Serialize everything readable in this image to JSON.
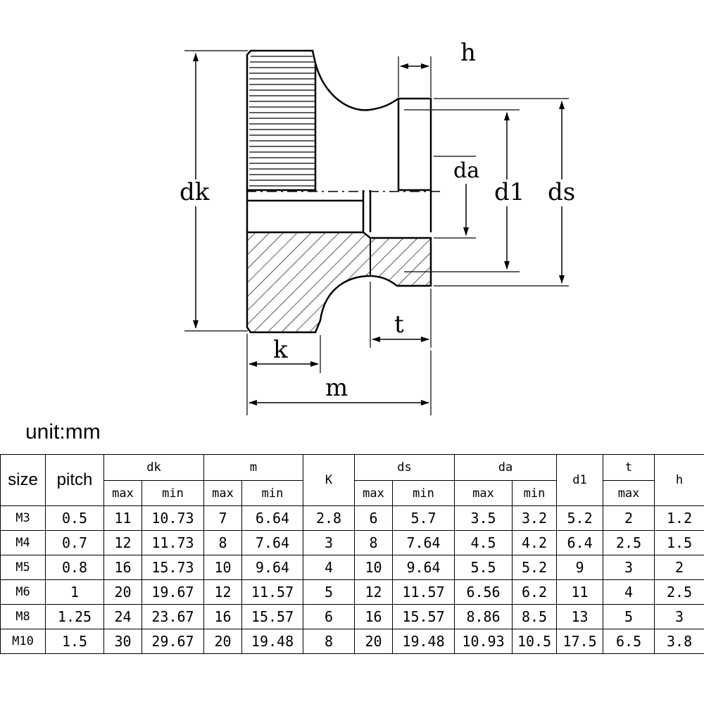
{
  "drawing": {
    "labels": {
      "h": "h",
      "da": "da",
      "d1": "d1",
      "ds": "ds",
      "dk": "dk",
      "t": "t",
      "k": "k",
      "m": "m"
    }
  },
  "unit_label": "unit:mm",
  "table": {
    "headers": {
      "size": "size",
      "pitch": "pitch",
      "dk": "dk",
      "m": "m",
      "K": "K",
      "ds": "ds",
      "da": "da",
      "d1": "d1",
      "t": "t",
      "h": "h",
      "max": "max",
      "min": "min"
    },
    "rows": [
      {
        "size": "M3",
        "pitch": "0.5",
        "dk_max": "11",
        "dk_min": "10.73",
        "m_max": "7",
        "m_min": "6.64",
        "K": "2.8",
        "ds_max": "6",
        "ds_min": "5.7",
        "da_max": "3.5",
        "da_min": "3.2",
        "d1": "5.2",
        "t_max": "2",
        "h": "1.2"
      },
      {
        "size": "M4",
        "pitch": "0.7",
        "dk_max": "12",
        "dk_min": "11.73",
        "m_max": "8",
        "m_min": "7.64",
        "K": "3",
        "ds_max": "8",
        "ds_min": "7.64",
        "da_max": "4.5",
        "da_min": "4.2",
        "d1": "6.4",
        "t_max": "2.5",
        "h": "1.5"
      },
      {
        "size": "M5",
        "pitch": "0.8",
        "dk_max": "16",
        "dk_min": "15.73",
        "m_max": "10",
        "m_min": "9.64",
        "K": "4",
        "ds_max": "10",
        "ds_min": "9.64",
        "da_max": "5.5",
        "da_min": "5.2",
        "d1": "9",
        "t_max": "3",
        "h": "2"
      },
      {
        "size": "M6",
        "pitch": "1",
        "dk_max": "20",
        "dk_min": "19.67",
        "m_max": "12",
        "m_min": "11.57",
        "K": "5",
        "ds_max": "12",
        "ds_min": "11.57",
        "da_max": "6.56",
        "da_min": "6.2",
        "d1": "11",
        "t_max": "4",
        "h": "2.5"
      },
      {
        "size": "M8",
        "pitch": "1.25",
        "dk_max": "24",
        "dk_min": "23.67",
        "m_max": "16",
        "m_min": "15.57",
        "K": "6",
        "ds_max": "16",
        "ds_min": "15.57",
        "da_max": "8.86",
        "da_min": "8.5",
        "d1": "13",
        "t_max": "5",
        "h": "3"
      },
      {
        "size": "M10",
        "pitch": "1.5",
        "dk_max": "30",
        "dk_min": "29.67",
        "m_max": "20",
        "m_min": "19.48",
        "K": "8",
        "ds_max": "20",
        "ds_min": "19.48",
        "da_max": "10.93",
        "da_min": "10.5",
        "d1": "17.5",
        "t_max": "6.5",
        "h": "3.8"
      }
    ]
  }
}
